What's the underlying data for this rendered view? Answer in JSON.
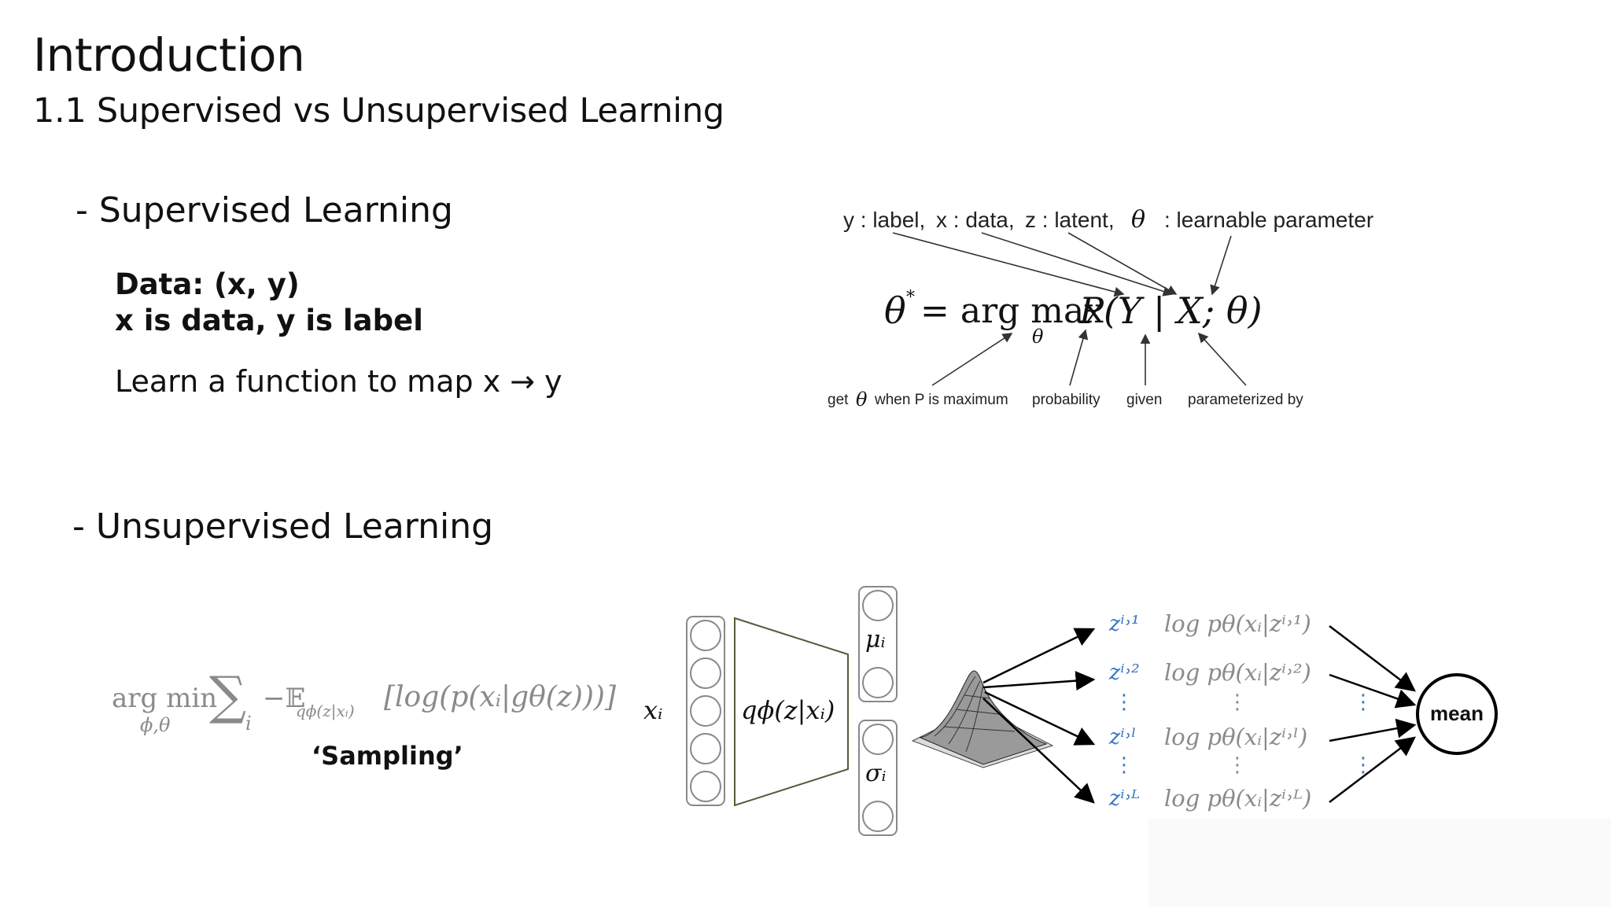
{
  "slide": {
    "title": "Introduction",
    "subtitle": "1.1 Supervised vs Unsupervised Learning"
  },
  "supervised": {
    "heading": "- Supervised Learning",
    "data_line1": "Data: (x, y)",
    "data_line2": "x is data, y is label",
    "function_text": "Learn a function to map x → y"
  },
  "mle_figure": {
    "top_label_y": "y : label,",
    "top_label_x": "x : data,",
    "top_label_z": "z : latent,",
    "top_label_theta_symbol": "θ",
    "top_label_theta": ": learnable parameter",
    "eq_lhs": "θ",
    "eq_star": "*",
    "eq_mid": "= arg max",
    "eq_sub": "θ",
    "eq_rhs": "P(Y | X; θ)",
    "bottom_get": "get",
    "bottom_theta": "θ",
    "bottom_get_rest": "when P is maximum",
    "bottom_probability": "probability",
    "bottom_given": "given",
    "bottom_param": "parameterized by"
  },
  "unsupervised": {
    "heading": "- Unsupervised Learning",
    "objective_argmin": "arg min",
    "objective_sub": "ϕ,θ",
    "objective_sum": "∑",
    "objective_sum_sub": "i",
    "objective_body": "−𝔼",
    "objective_q": "qϕ(z|xᵢ)",
    "objective_log": "[log(p(xᵢ|gθ(z)))]",
    "sampling_label": "‘Sampling’"
  },
  "vae_figure": {
    "input_label": "xᵢ",
    "encoder_label": "qϕ(z|xᵢ)",
    "mu_label": "μᵢ",
    "sigma_label": "σᵢ",
    "samples": [
      {
        "z": "zⁱ˒¹",
        "logp": "log pθ(xᵢ|zⁱ˒¹)"
      },
      {
        "z": "zⁱ˒²",
        "logp": "log pθ(xᵢ|zⁱ˒²)"
      },
      {
        "z": "zⁱ˒ˡ",
        "logp": "log pθ(xᵢ|zⁱ˒ˡ)"
      },
      {
        "z": "zⁱ˒ᴸ",
        "logp": "log pθ(xᵢ|zⁱ˒ᴸ)"
      }
    ],
    "vdots": "⋮",
    "mean_label": "mean"
  }
}
